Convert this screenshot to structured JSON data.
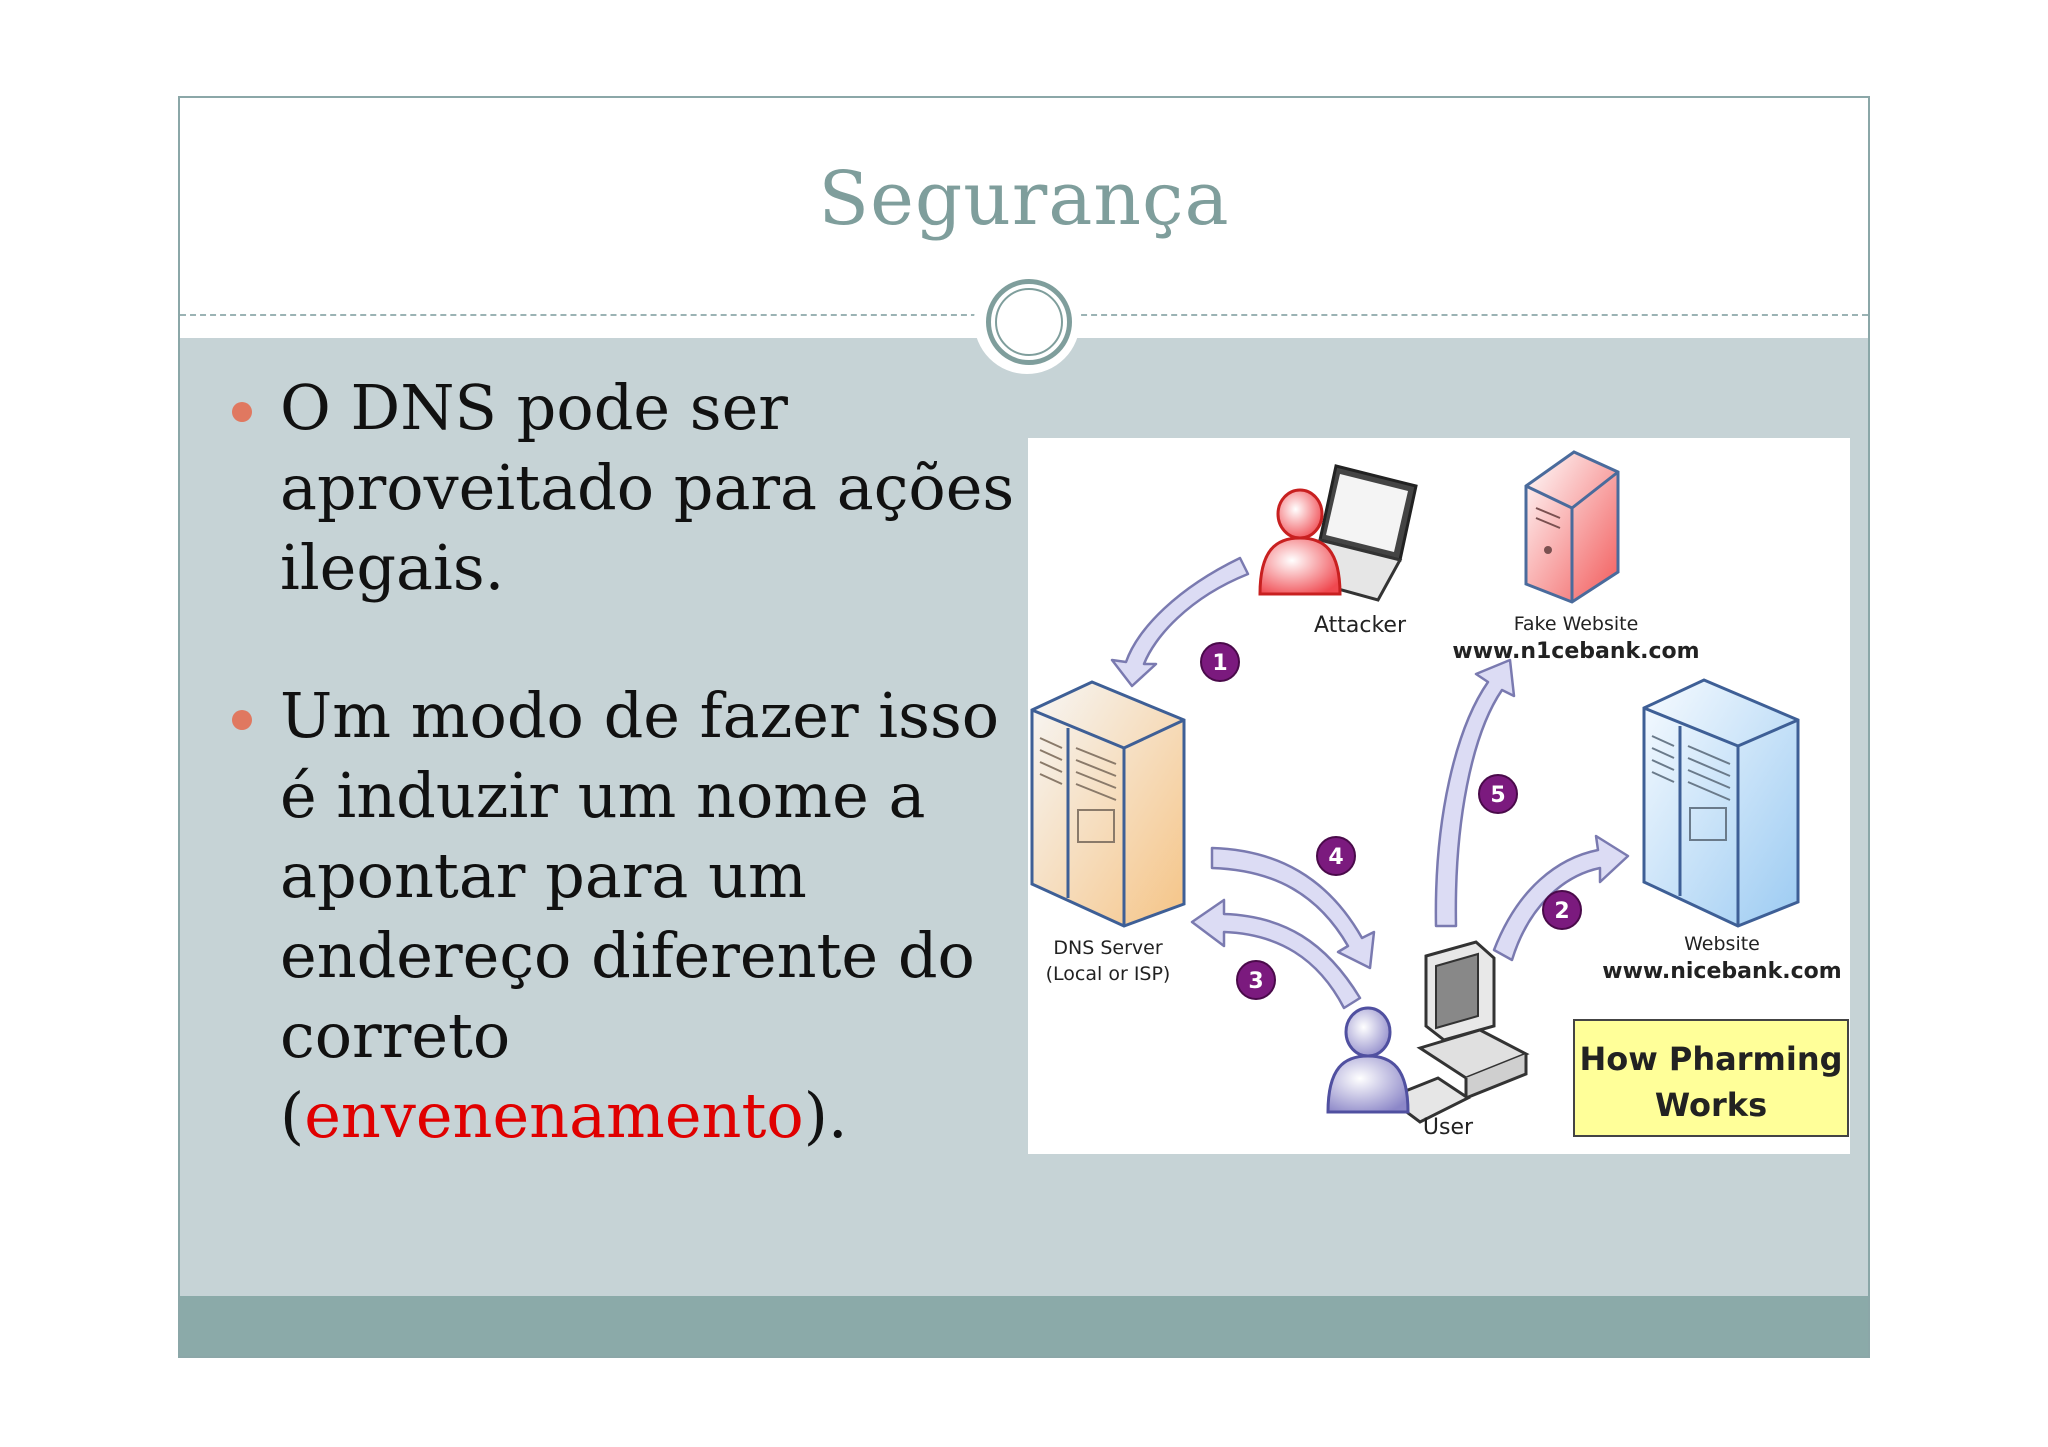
{
  "slide": {
    "title": "Segurança",
    "bullets": [
      {
        "text": "O DNS pode ser aproveitado para ações ilegais."
      },
      {
        "text_before": "Um modo de fazer isso é induzir um nome a apontar para um endereço diferente do correto (",
        "highlight": "envenenamento",
        "text_after": ")."
      }
    ]
  },
  "diagram": {
    "attacker_label": "Attacker",
    "fake_website_label": "Fake Website",
    "fake_website_url": "www.n1cebank.com",
    "dns_server_label": "DNS Server",
    "dns_server_sub": "(Local or ISP)",
    "website_label": "Website",
    "website_url": "www.nicebank.com",
    "user_label": "User",
    "box_title_line1": "How Pharming",
    "box_title_line2": "Works",
    "steps": [
      "1",
      "2",
      "3",
      "4",
      "5"
    ]
  },
  "colors": {
    "title": "#7f9e9c",
    "body_band": "#c6d3d6",
    "footer_band": "#8baaa9",
    "bullet_dot": "#e07860",
    "highlight": "#e00000",
    "step_circle": "#7b1a7e",
    "arrow_fill": "#dcdcf4",
    "box_fill": "#ffff99"
  }
}
